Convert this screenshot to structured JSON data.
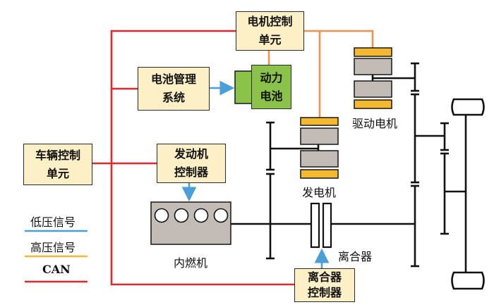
{
  "colors": {
    "can": "#e8262a",
    "high_voltage": "#f0924e",
    "low_voltage": "#4a9fd8",
    "box_fill": "#fdf0c6",
    "battery_fill": "#8bc34a",
    "stator": "#f4b92f",
    "rotor": "#c3bcb6"
  },
  "boxes": {
    "motor_controller": [
      "电机控制",
      "单元"
    ],
    "bms": [
      "电池管理",
      "系统"
    ],
    "battery": [
      "动力",
      "电池"
    ],
    "vcu": [
      "车辆控制",
      "单元"
    ],
    "engine_controller": [
      "发动机",
      "控制器"
    ],
    "clutch_controller": [
      "离合器",
      "控制器"
    ]
  },
  "labels": {
    "drive_motor": "驱动电机",
    "generator": "发电机",
    "engine": "内燃机",
    "clutch": "离合器"
  },
  "legend": [
    {
      "label": "低压信号",
      "color": "#4a9fd8"
    },
    {
      "label": "高压信号",
      "color": "#f4b92f"
    },
    {
      "label": "CAN",
      "color": "#e8262a"
    }
  ]
}
